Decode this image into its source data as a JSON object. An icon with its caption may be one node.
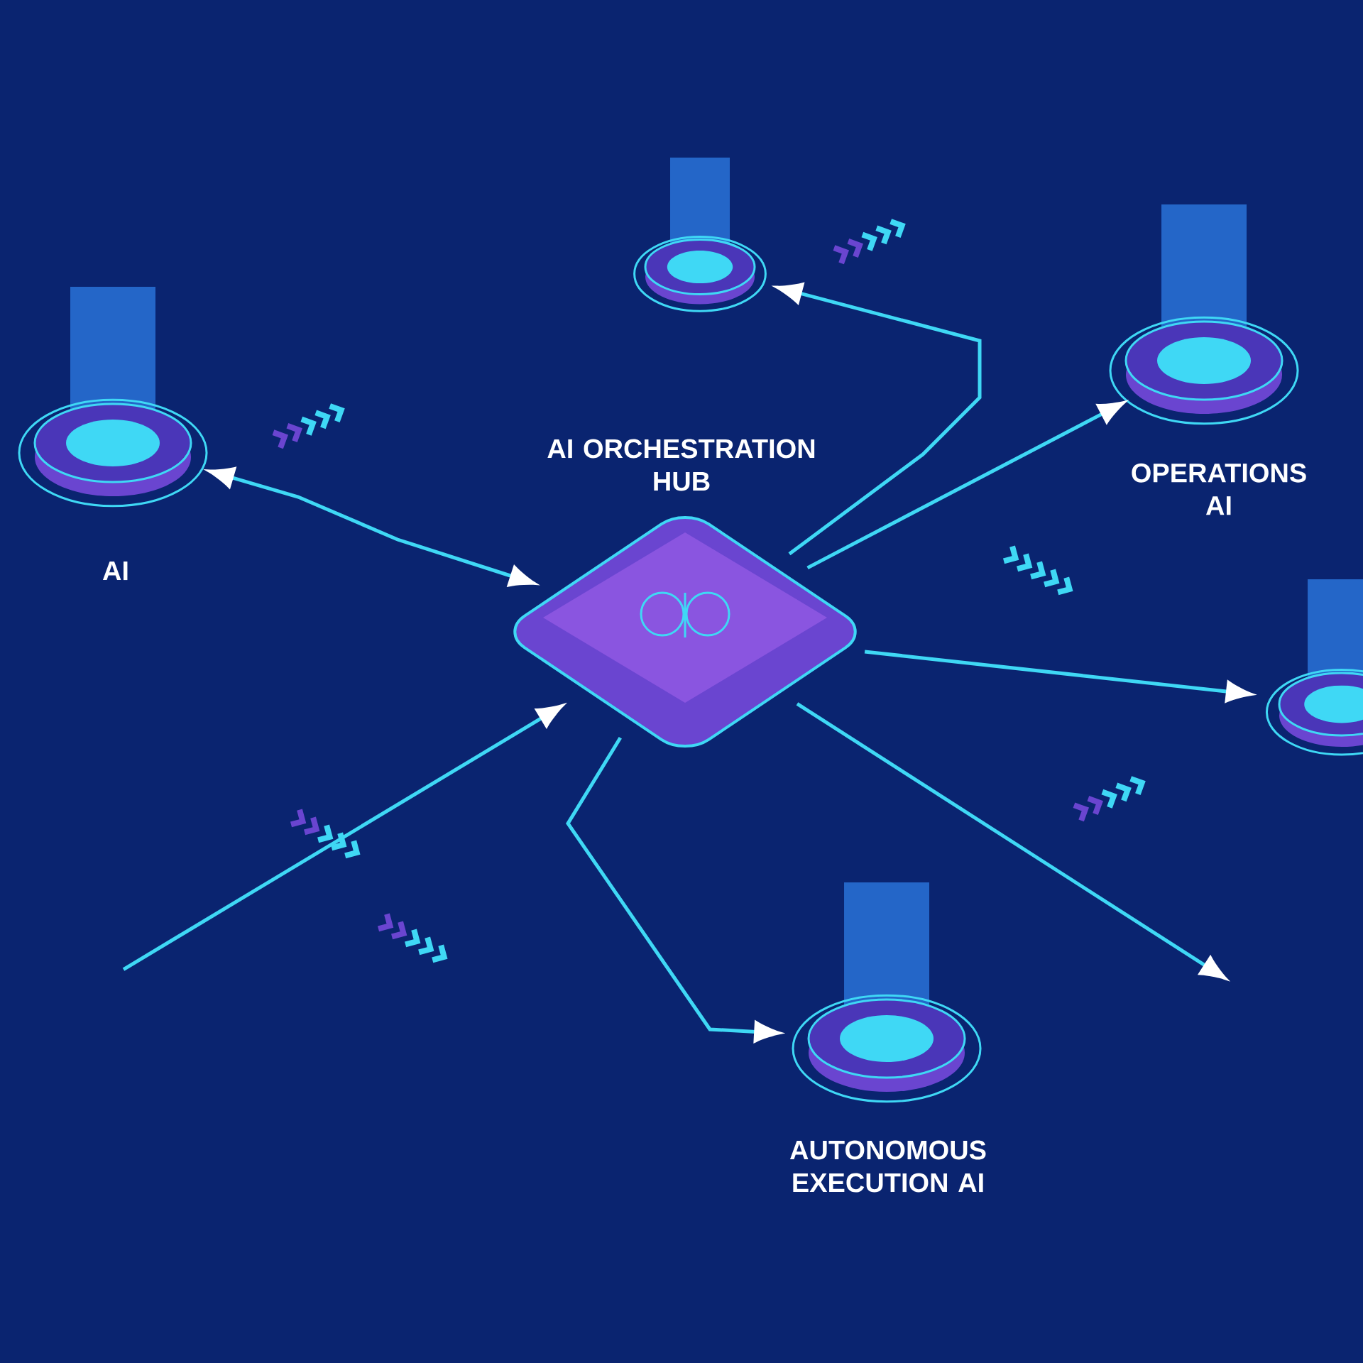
{
  "diagram": {
    "nodes": [
      {
        "text": [
          "AI ORCHESTRATION HUB"
        ]
      },
      {
        "text": [],
        "shape": "circle"
      },
      {
        "text": [
          "AI"
        ]
      },
      {
        "text": [
          "OPERATIONS AI"
        ]
      },
      {
        "text": [],
        "shape": "circle"
      },
      {
        "text": [
          "AUTONOMOUS EXECUTION AI"
        ]
      }
    ],
    "edges": [
      {
        "from": 0,
        "to": 1,
        "arrow": "to"
      },
      {
        "from": 0,
        "to": 2,
        "arrow": "both"
      },
      {
        "from": 0,
        "to": 3,
        "arrow": "to"
      },
      {
        "from": 0,
        "to": 4,
        "arrow": "to"
      },
      {
        "from": 0,
        "to": 5,
        "arrow": "to"
      },
      {
        "from": null,
        "to": 0,
        "arrow": "to"
      },
      {
        "from": 0,
        "to": null,
        "arrow": "to"
      }
    ]
  }
}
